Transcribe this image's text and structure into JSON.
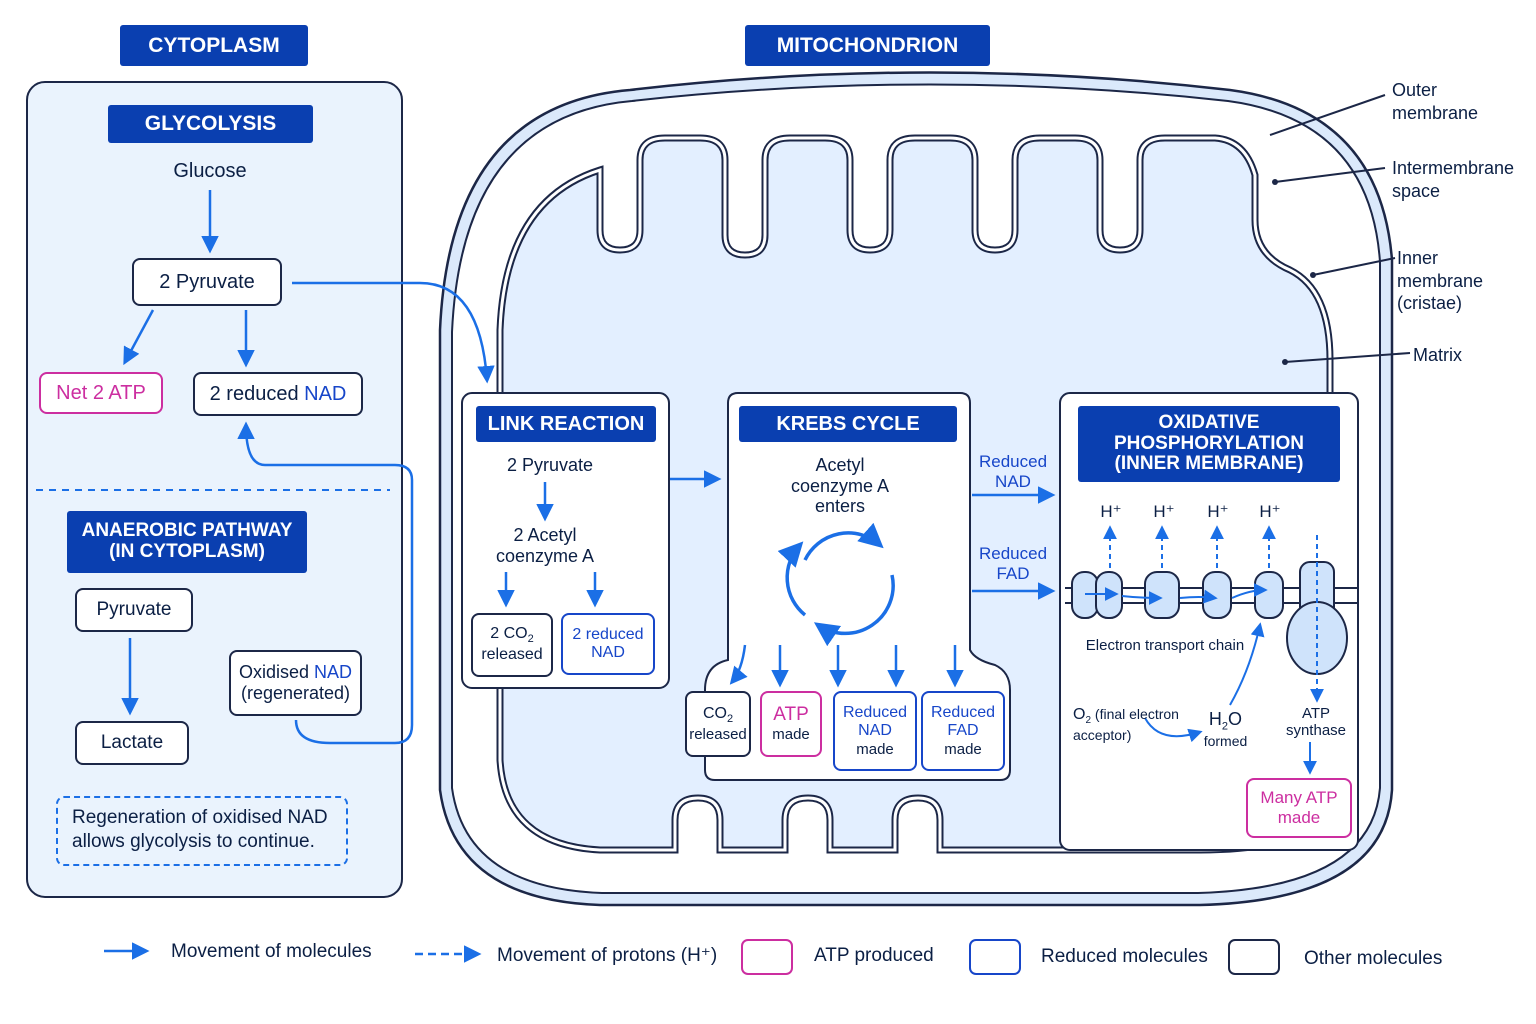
{
  "headers": {
    "cytoplasm": "CYTOPLASM",
    "mitochondrion": "MITOCHONDRION",
    "glycolysis": "GLYCOLYSIS",
    "anaerobic": "ANAEROBIC PATHWAY\n(IN CYTOPLASM)",
    "link": "LINK REACTION",
    "krebs": "KREBS CYCLE",
    "oxphos": "OXIDATIVE\nPHOSPHORYLATION\n(INNER MEMBRANE)"
  },
  "glycolysis": {
    "glucose": "Glucose",
    "pyruvate": "2 Pyruvate",
    "net_atp": "Net 2 ATP",
    "reduced_nad_prefix": "2 reduced ",
    "reduced_nad_suffix": "NAD"
  },
  "anaerobic": {
    "pyruvate": "Pyruvate",
    "lactate": "Lactate",
    "oxidised_prefix": "Oxidised ",
    "oxidised_nad": "NAD",
    "regenerated": "(regenerated)",
    "note": "Regeneration of oxidised NAD\nallows glycolysis to continue."
  },
  "link": {
    "pyruvate": "2 Pyruvate",
    "acetyl": "2 Acetyl\ncoenzyme A",
    "co2_a": "2 CO",
    "co2_sub": "2",
    "co2_b": "released",
    "reduced_nad": "2 reduced\nNAD"
  },
  "krebs": {
    "enters": "Acetyl\ncoenzyme A\nenters",
    "co2_a": "CO",
    "co2_sub": "2",
    "co2_b": "released",
    "atp_a": "ATP",
    "atp_b": "made",
    "nad_a": "Reduced\nNAD",
    "nad_b": "made",
    "fad_a": "Reduced\nFAD",
    "fad_b": "made"
  },
  "transfer": {
    "reduced_nad": "Reduced\nNAD",
    "reduced_fad": "Reduced\nFAD"
  },
  "oxphos": {
    "h_plus": "H⁺",
    "etc": "Electron transport chain",
    "o2_a": "O",
    "o2_sub": "2",
    "o2_b": " (final electron\nacceptor)",
    "h2o_a": "H",
    "h2o_sub": "2",
    "h2o_b": "O",
    "formed": "formed",
    "atp_synthase": "ATP\nsynthase",
    "many_atp": "Many ATP\nmade"
  },
  "callouts": {
    "outer": "Outer\nmembrane",
    "intermembrane": "Intermembrane\nspace",
    "inner": "Inner\nmembrane\n(cristae)",
    "matrix": "Matrix"
  },
  "legend": {
    "molecules": "Movement of molecules",
    "protons": "Movement of protons (H⁺)",
    "atp": "ATP produced",
    "reduced": "Reduced molecules",
    "other": "Other molecules"
  },
  "colors": {
    "header_blue": "#0a3fb0",
    "arrow_blue": "#1b6fe6",
    "pink": "#cc2ea0",
    "navy": "#1c2747",
    "matrix_fill": "#e3efff"
  }
}
